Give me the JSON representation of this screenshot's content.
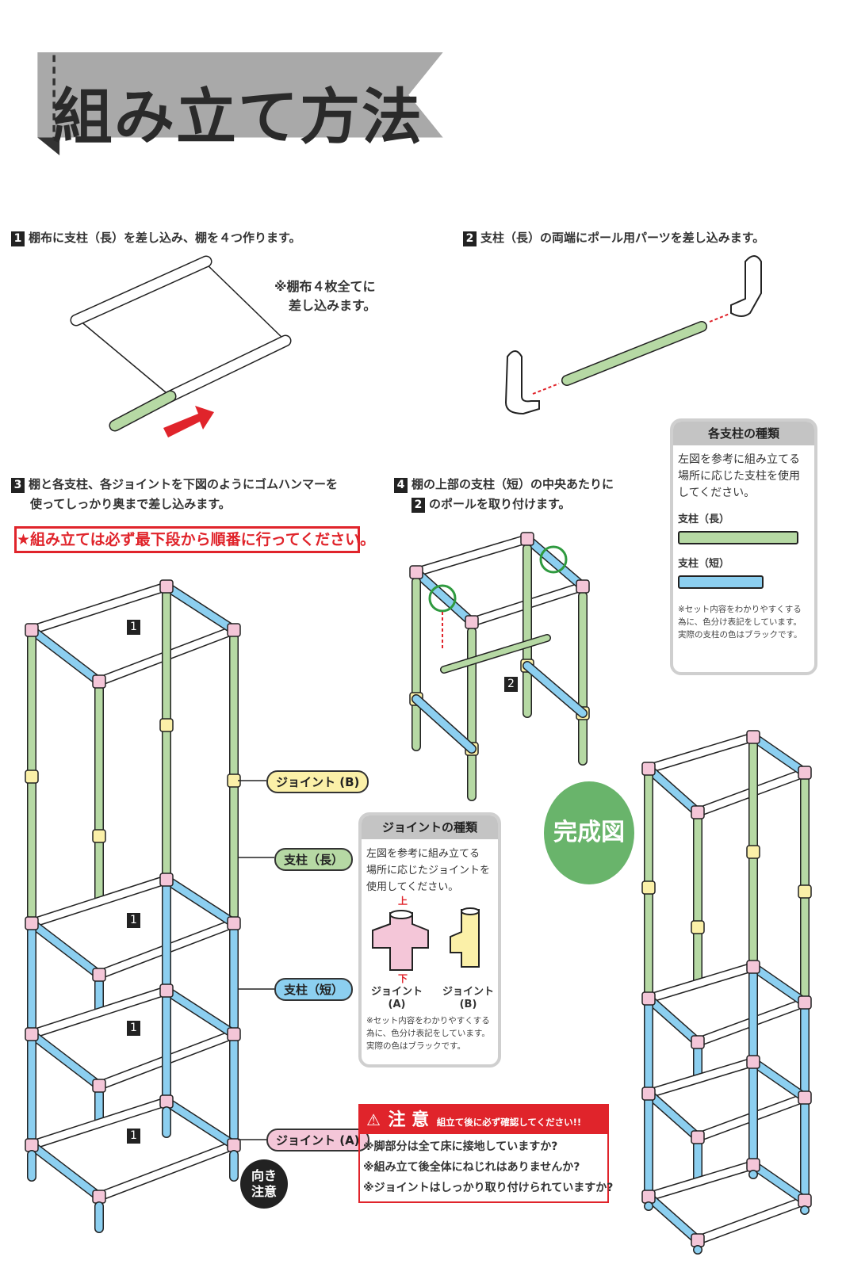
{
  "title": "組み立て方法",
  "colors": {
    "long_pole": "#b6d9a4",
    "short_pole": "#8ccff0",
    "joint_a": "#f4c6d8",
    "joint_b": "#fbf0a8",
    "banner": "#a9a9a9",
    "warning": "#e0242b",
    "complete_badge": "#69b46b"
  },
  "steps": [
    {
      "num": "1",
      "lines": [
        "棚布に支柱（長）を差し込み、棚を４つ作ります。"
      ],
      "note": [
        "※棚布４枚全てに",
        "差し込みます。"
      ]
    },
    {
      "num": "2",
      "lines": [
        "支柱（長）の両端にポール用パーツを差し込みます。"
      ]
    },
    {
      "num": "3",
      "lines": [
        "棚と各支柱、各ジョイントを下図のようにゴムハンマーを",
        "使ってしっかり奥まで差し込みます。"
      ]
    },
    {
      "num": "4",
      "lines": [
        "棚の上部の支柱（短）の中央あたりに",
        "のポールを取り付けます。"
      ],
      "ref": "2"
    }
  ],
  "order_warning": "★組み立ては必ず最下段から順番に行ってください。",
  "diagram_labels": {
    "shelf": "1",
    "pole_ref": "2",
    "joint_b": "ジョイント (B)",
    "long": "支柱（長）",
    "short": "支柱（短）",
    "joint_a": "ジョイント (A)",
    "orientation": [
      "向き",
      "注意"
    ]
  },
  "pole_panel": {
    "title": "各支柱の種類",
    "body": [
      "左図を参考に組み立てる",
      "場所に応じた支柱を使用",
      "してください。"
    ],
    "long": "支柱（長）",
    "short": "支柱（短）",
    "note": [
      "※セット内容をわかりやすくする",
      "為に、色分け表記をしています。",
      "実際の支柱の色はブラックです。"
    ]
  },
  "joint_panel": {
    "title": "ジョイントの種類",
    "body": [
      "左図を参考に組み立てる",
      "場所に応じたジョイントを",
      "使用してください。"
    ],
    "up": "上",
    "down": "下",
    "a": [
      "ジョイント",
      "(A)"
    ],
    "b": [
      "ジョイント",
      "(B)"
    ],
    "note": [
      "※セット内容をわかりやすくする",
      "為に、色分け表記をしています。",
      "実際の色はブラックです。"
    ]
  },
  "complete": "完成図",
  "caution": {
    "icon": "warning-triangle-icon",
    "title": "注 意",
    "subtitle": "組立て後に必ず確認してください!!",
    "items": [
      "※脚部分は全て床に接地していますか?",
      "※組み立て後全体にねじれはありませんか?",
      "※ジョイントはしっかり取り付けられていますか?"
    ]
  }
}
